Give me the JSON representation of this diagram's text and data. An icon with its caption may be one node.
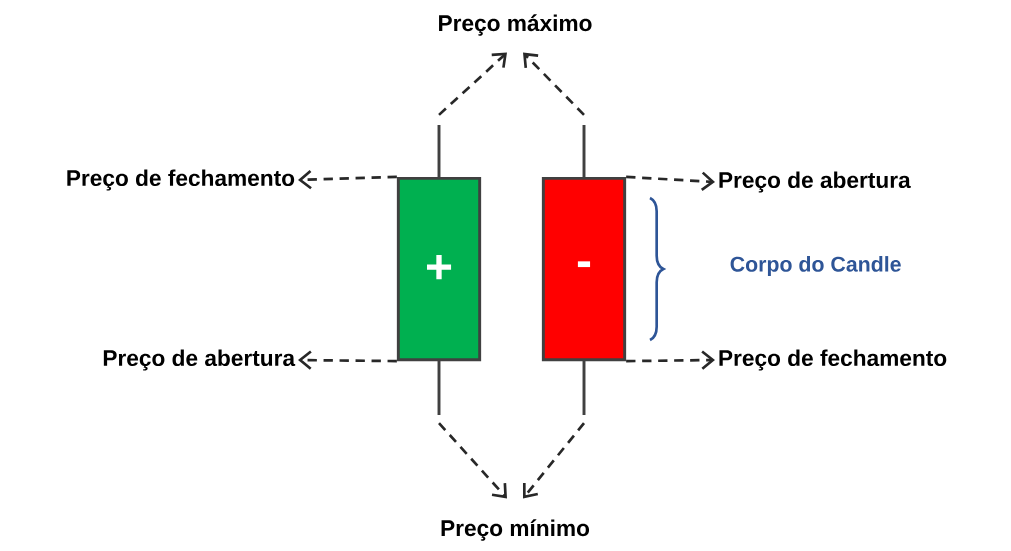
{
  "diagram": {
    "nodes": [
      {
        "text": [
          "Preço máximo"
        ]
      },
      {
        "text": [
          "+"
        ]
      },
      {
        "text": [
          "-"
        ]
      },
      {
        "text": [
          "Preço de fechamento"
        ]
      },
      {
        "text": [
          "Preço de abertura"
        ]
      },
      {
        "text": [
          "Preço de abertura"
        ]
      },
      {
        "text": [
          "Preço de fechamento"
        ]
      },
      {
        "text": [
          "Preço mínimo"
        ]
      }
    ],
    "edges": [
      {
        "from": 1,
        "to": 0,
        "arrow": "to",
        "style": "dashed"
      },
      {
        "from": 2,
        "to": 0,
        "arrow": "to",
        "style": "dashed"
      },
      {
        "from": 1,
        "to": 3,
        "arrow": "to",
        "style": "dashed"
      },
      {
        "from": 2,
        "to": 4,
        "arrow": "to",
        "style": "dashed"
      },
      {
        "from": 1,
        "to": 5,
        "arrow": "to",
        "style": "dashed"
      },
      {
        "from": 2,
        "to": 6,
        "arrow": "to",
        "style": "dashed"
      },
      {
        "from": 1,
        "to": 7,
        "arrow": "to",
        "style": "dashed"
      },
      {
        "from": 2,
        "to": 7,
        "arrow": "to",
        "style": "dashed"
      }
    ],
    "labels": [
      "Corpo do Candle"
    ]
  }
}
